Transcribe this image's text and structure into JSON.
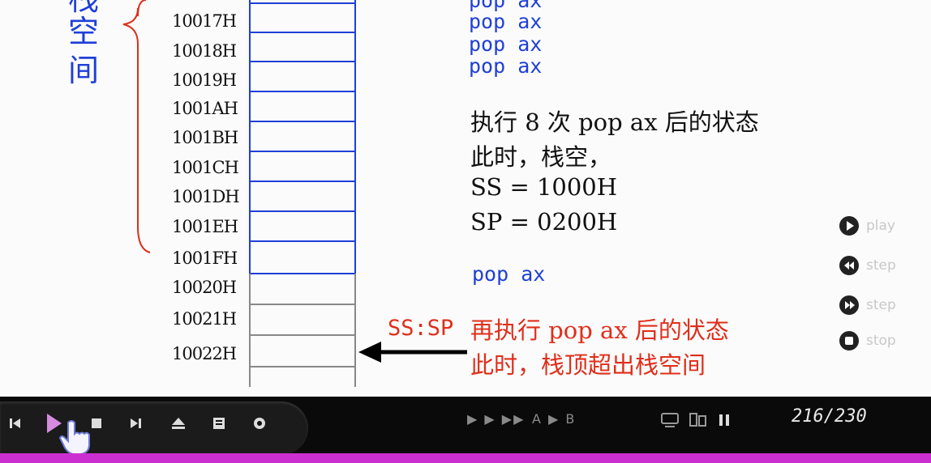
{
  "stack_label": [
    "栈",
    "空",
    "间"
  ],
  "addresses": [
    "10017H",
    "10018H",
    "10019H",
    "1001AH",
    "1001BH",
    "1001CH",
    "1001DH",
    "1001EH",
    "1001FH",
    "10020H",
    "10021H",
    "10022H"
  ],
  "code_lines": [
    "pop ax",
    "pop ax",
    "pop ax",
    "pop ax"
  ],
  "state_desc": {
    "line1": "执行 8 次 pop ax 后的状态",
    "line2": "此时，栈空，",
    "ss": "SS = 1000H",
    "sp": "SP = 0200H"
  },
  "next_instruction": "pop ax",
  "pointer_label": "SS:SP",
  "overflow_desc": {
    "line1": "再执行 pop ax 后的状态",
    "line2": "此时，栈顶超出栈空间"
  },
  "controls": {
    "play": "play",
    "step_back": "step",
    "step_forward": "step",
    "stop": "stop"
  },
  "player": {
    "speed_label": "A ▶ B",
    "counter": "216/230"
  },
  "colors": {
    "blue": "#1f3fd8",
    "red": "#e02e1a",
    "progress": "#cc2fd0"
  }
}
